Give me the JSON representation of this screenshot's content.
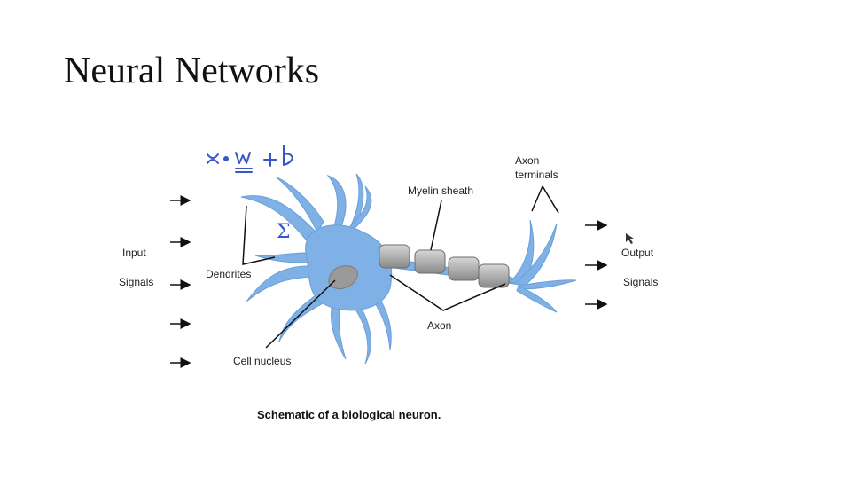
{
  "slide": {
    "title": "Neural Networks"
  },
  "diagram": {
    "labels": {
      "input_line1": "Input",
      "input_line2": "Signals",
      "dendrites": "Dendrites",
      "myelin_sheath": "Myelin sheath",
      "axon_terminals_line1": "Axon",
      "axon_terminals_line2": "terminals",
      "axon": "Axon",
      "cell_nucleus": "Cell nucleus",
      "output_line1": "Output",
      "output_line2": "Signals"
    },
    "caption": "Schematic of a biological neuron.",
    "annotations": {
      "sum_symbol": "Σ"
    },
    "colors": {
      "neuron": "#7fb1e6",
      "nucleus": "#9a9a9a",
      "myelin": "#9c9c9c",
      "ink": "#3b55c9"
    }
  }
}
